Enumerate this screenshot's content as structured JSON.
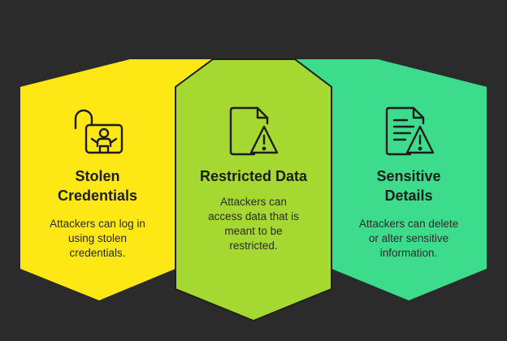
{
  "colors": {
    "background": "#2b2b2b",
    "card_yellow": "#fde715",
    "card_green": "#a6d832",
    "card_teal": "#3ddc8d",
    "outline": "#1f1f1f"
  },
  "cards": [
    {
      "icon": "unlocked-padlock-person-icon",
      "title_lines": [
        "Stolen",
        "Credentials"
      ],
      "description_lines": [
        "Attackers can log in",
        "using stolen",
        "credentials."
      ]
    },
    {
      "icon": "document-warning-icon",
      "title_lines": [
        "Restricted Data"
      ],
      "description_lines": [
        "Attackers can",
        "access data that is",
        "meant to be",
        "restricted."
      ]
    },
    {
      "icon": "text-document-warning-icon",
      "title_lines": [
        "Sensitive",
        "Details"
      ],
      "description_lines": [
        "Attackers can delete",
        "or alter sensitive",
        "information."
      ]
    }
  ]
}
